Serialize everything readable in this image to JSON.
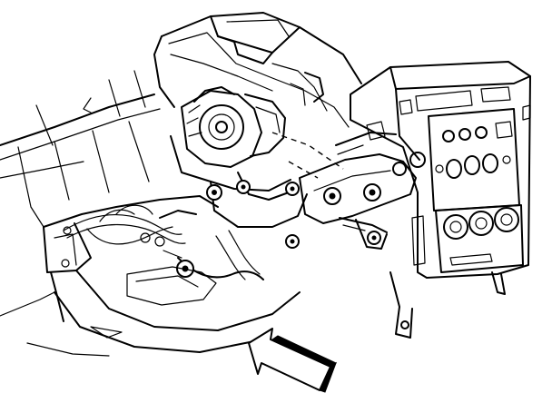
{
  "figure": {
    "background": "#ffffff",
    "ink": "#000000",
    "components": [
      "dashboard-frame",
      "steering-column",
      "instrument-cluster-bracket",
      "climate-control-panel",
      "wiring-harness",
      "floor-pan",
      "direction-arrow"
    ]
  }
}
